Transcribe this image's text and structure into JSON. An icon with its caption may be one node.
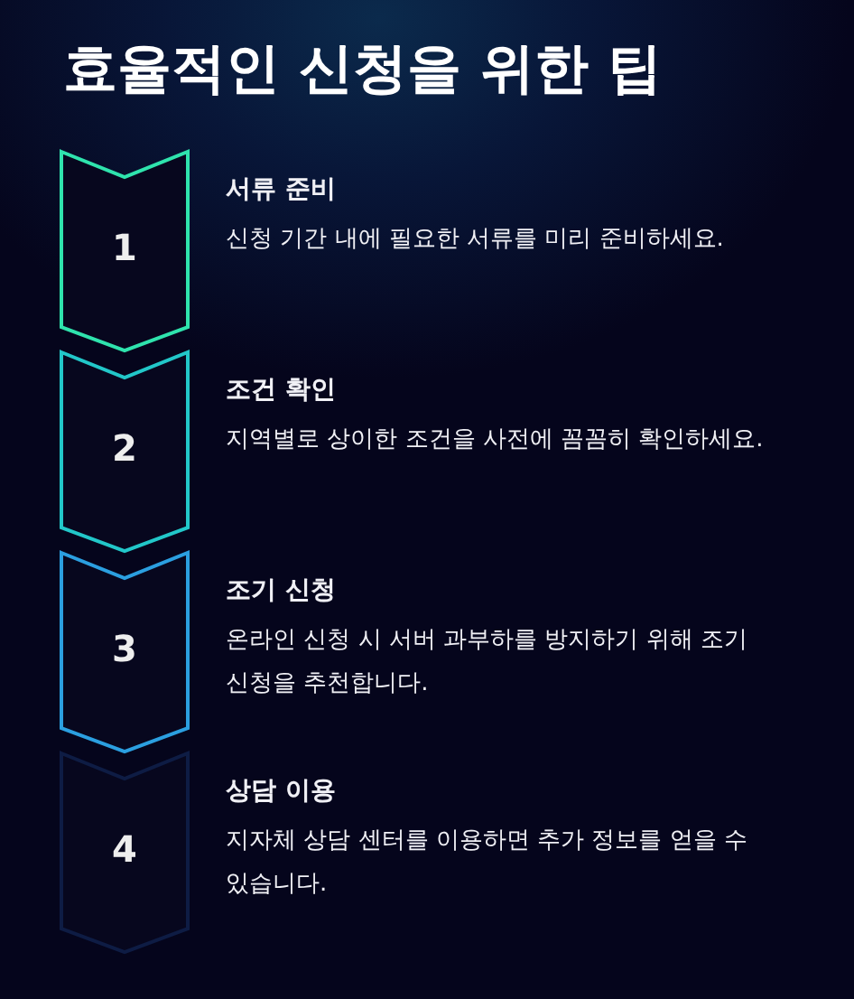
{
  "diagram": {
    "title": "효율적인 신청을 위한 팁",
    "nodes": [
      {
        "text": [
          "1"
        ],
        "beside": [
          "서류 준비",
          "신청 기간 내에 필요한 서류를 미리 준비하세요."
        ]
      },
      {
        "text": [
          "2"
        ],
        "beside": [
          "조건 확인",
          "지역별로 상이한 조건을 사전에 꼼꼼히 확인하세요."
        ]
      },
      {
        "text": [
          "3"
        ],
        "beside": [
          "조기 신청",
          "온라인 신청 시 서버 과부하를 방지하기 위해 조기 신청을 추천합니다."
        ]
      },
      {
        "text": [
          "4"
        ],
        "beside": [
          "상담 이용",
          "지자체 상담 센터를 이용하면 추가 정보를 얻을 수 있습니다."
        ]
      }
    ]
  }
}
